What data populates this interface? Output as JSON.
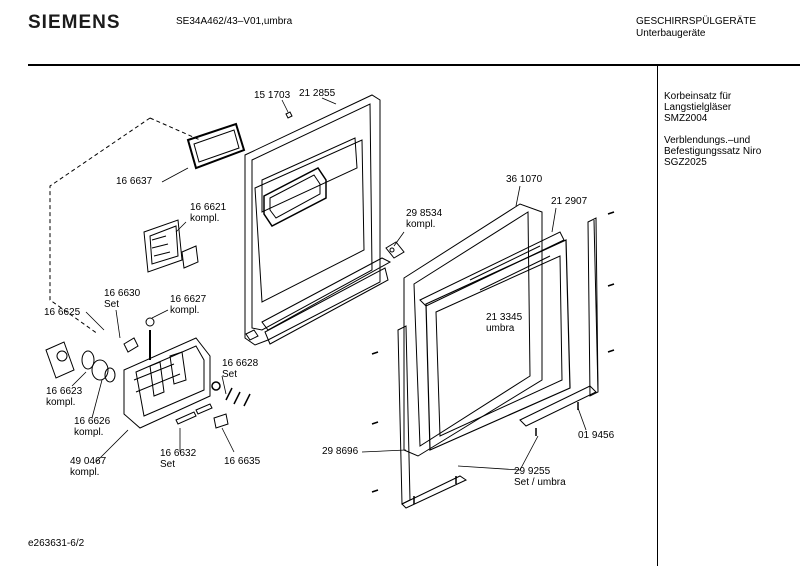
{
  "header": {
    "brand": "SIEMENS",
    "model": "SE34A462/43–V01,umbra",
    "category_line1": "GESCHIRRSPÜLGERÄTE",
    "category_line2": "Unterbaugeräte"
  },
  "sidebar": {
    "note1": "Korbeinsatz für\nLangstielgläser\nSMZ2004",
    "note2": "Verblendungs.–und\nBefestigungssatz Niro\nSGZ2025"
  },
  "parts": [
    {
      "id": "p151703",
      "text": "15 1703"
    },
    {
      "id": "p212855",
      "text": "21 2855"
    },
    {
      "id": "p166637",
      "text": "16 6637"
    },
    {
      "id": "p166621",
      "text": "16 6621\nkompl."
    },
    {
      "id": "p298534",
      "text": "29 8534\nkompl."
    },
    {
      "id": "p361070",
      "text": "36 1070"
    },
    {
      "id": "p212907",
      "text": "21 2907"
    },
    {
      "id": "p166630",
      "text": "16 6630\nSet"
    },
    {
      "id": "p166627",
      "text": "16 6627\nkompl."
    },
    {
      "id": "p166625",
      "text": "16 6625"
    },
    {
      "id": "p213345",
      "text": "21 3345\numbra"
    },
    {
      "id": "p166628",
      "text": "16 6628\nSet"
    },
    {
      "id": "p166623",
      "text": "16 6623\nkompl."
    },
    {
      "id": "p166626",
      "text": "16 6626\nkompl."
    },
    {
      "id": "p019456",
      "text": "01 9456"
    },
    {
      "id": "p298696",
      "text": "29 8696"
    },
    {
      "id": "p490467",
      "text": "49 0467\nkompl."
    },
    {
      "id": "p166632",
      "text": "16 6632\nSet"
    },
    {
      "id": "p166635",
      "text": "16 6635"
    },
    {
      "id": "p299255",
      "text": "29 9255\nSet / umbra"
    }
  ],
  "footer": {
    "code": "e263631-6/2"
  }
}
